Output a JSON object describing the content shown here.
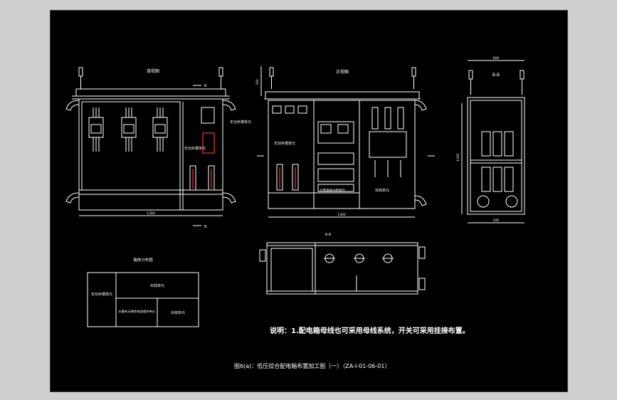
{
  "drawing": {
    "note": "说明：1.配电箱母线也可采用母线系统，开关可采用挂接布置。",
    "caption": "图6(a)：低压综合配电箱布置加工图（一）（ZA-I-01-06-01）",
    "front_view_title": "背视图",
    "side_view_title": "正视图",
    "section_bb_label": "B-B",
    "section_aa_label": "A-A",
    "section_marker_top": "B",
    "section_marker_bottom": "B",
    "label_reactive_comp_left": "无功补偿单元",
    "label_reactive_comp_center": "无功补偿单元",
    "label_reactive_comp_mid": "无功补偿单元",
    "label_metering_unit": "计量电能分配单元",
    "label_outgoing_unit": "出线单元",
    "dim_front_width": "1300",
    "dim_side_width": "1300",
    "dim_bb_top": "600",
    "dim_bb_height": "1200",
    "dim_bb_bottom": "500",
    "dim_side_left": "200"
  },
  "layout_table": {
    "title": "箱体分布图",
    "left_cell": "无功补偿单元",
    "top_right_cell": "出线单元",
    "bottom_middle_cell": "计量单元/剩余电流保护单元",
    "bottom_right_cell": "出线单元"
  }
}
